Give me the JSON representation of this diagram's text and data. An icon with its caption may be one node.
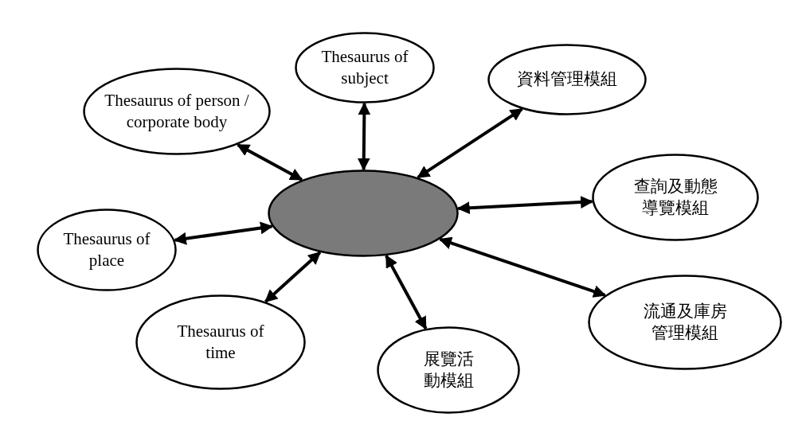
{
  "diagram": {
    "nodes": [
      {
        "text": [
          "Thesaurus of subject"
        ]
      },
      {
        "text": [
          "資料管理模組"
        ]
      },
      {
        "text": [
          "Thesaurus of person / corporate body"
        ]
      },
      {
        "text": [],
        "shape": "ellipse"
      },
      {
        "text": [
          "查詢及動態導覽模組"
        ]
      },
      {
        "text": [
          "Thesaurus of place"
        ]
      },
      {
        "text": [
          "流通及庫房管理模組"
        ]
      },
      {
        "text": [
          "Thesaurus of time"
        ]
      },
      {
        "text": [
          "展覽活動模組"
        ]
      }
    ],
    "edges": [
      {
        "from": 3,
        "to": 0,
        "arrow": "both"
      },
      {
        "from": 3,
        "to": 1,
        "arrow": "both"
      },
      {
        "from": 3,
        "to": 2,
        "arrow": "both"
      },
      {
        "from": 3,
        "to": 4,
        "arrow": "both"
      },
      {
        "from": 3,
        "to": 5,
        "arrow": "both"
      },
      {
        "from": 3,
        "to": 6,
        "arrow": "both"
      },
      {
        "from": 3,
        "to": 7,
        "arrow": "both"
      },
      {
        "from": 3,
        "to": 8,
        "arrow": "both"
      }
    ]
  }
}
